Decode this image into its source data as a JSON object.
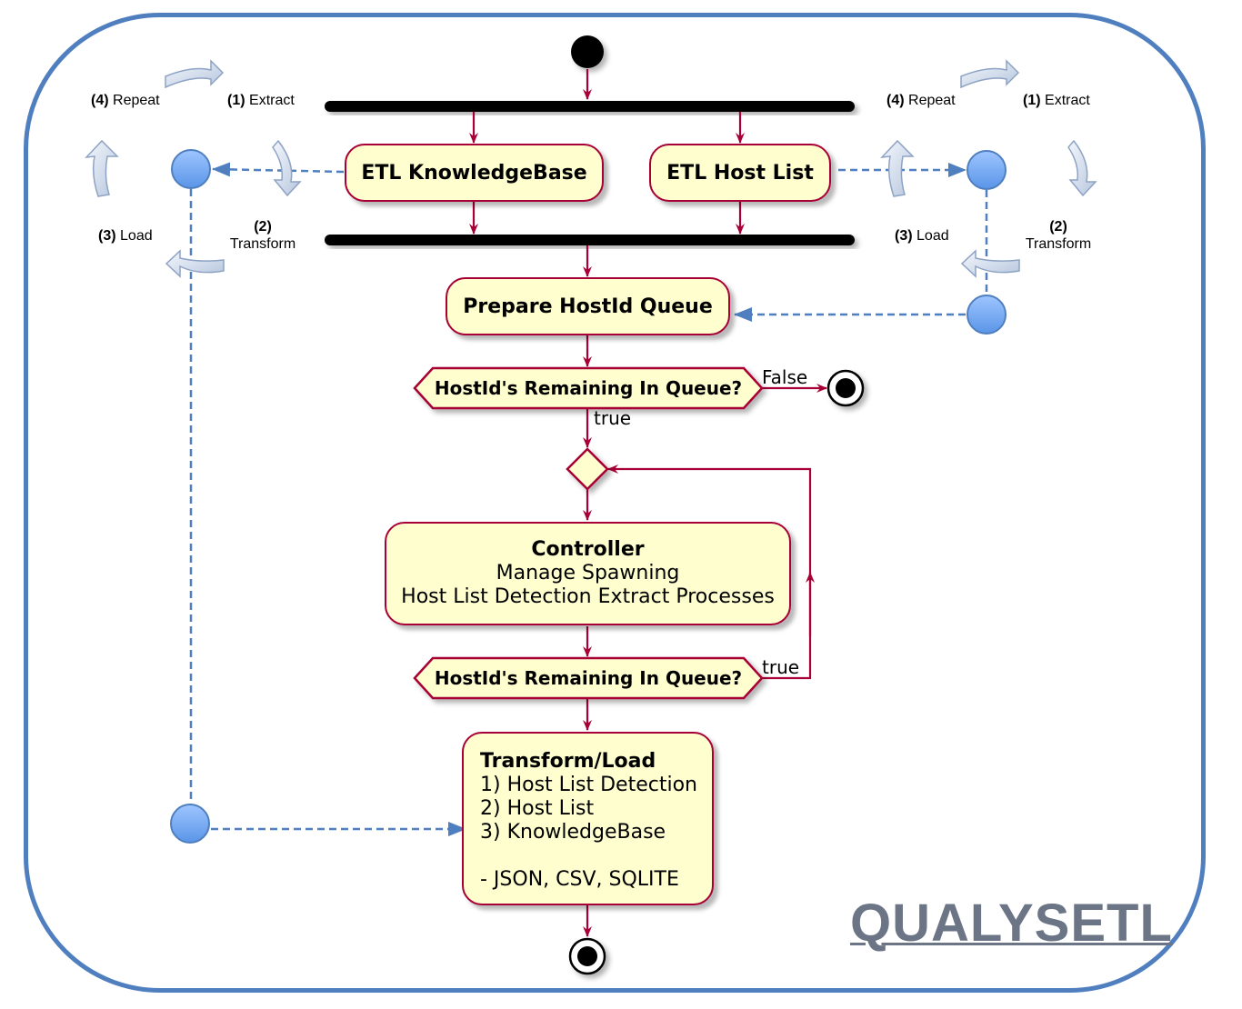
{
  "brand": {
    "text": "QUALYSETL"
  },
  "nodes": {
    "etl_kb": "ETL KnowledgeBase",
    "etl_host_list": "ETL Host List",
    "prepare_queue": "Prepare HostId Queue",
    "decision_1": "HostId's Remaining In Queue?",
    "decision_2": "HostId's Remaining In Queue?",
    "controller": {
      "title": "Controller",
      "line1": "Manage Spawning",
      "line2": "Host List Detection Extract Processes"
    },
    "transform_load": {
      "title": "Transform/Load",
      "items": [
        "1) Host List Detection",
        "2) Host List",
        "3) KnowledgeBase"
      ],
      "formats": "- JSON, CSV, SQLITE"
    }
  },
  "edge_labels": {
    "false": "False",
    "true_down": "true",
    "true_loop": "true"
  },
  "cycle_left": {
    "repeat_num": "(4)",
    "repeat": "Repeat",
    "extract_num": "(1)",
    "extract": "Extract",
    "load_num": "(3)",
    "load": "Load",
    "transform_num": "(2)",
    "transform": "Transform"
  },
  "cycle_right": {
    "repeat_num": "(4)",
    "repeat": "Repeat",
    "extract_num": "(1)",
    "extract": "Extract",
    "load_num": "(3)",
    "load": "Load",
    "transform_num": "(2)",
    "transform": "Transform"
  },
  "colors": {
    "node_fill": "#fefece",
    "node_border": "#a80036",
    "arrow": "#a80036",
    "dashed": "#4f7fbf",
    "frame": "#4f7fbf",
    "brand": "#6b7585"
  }
}
